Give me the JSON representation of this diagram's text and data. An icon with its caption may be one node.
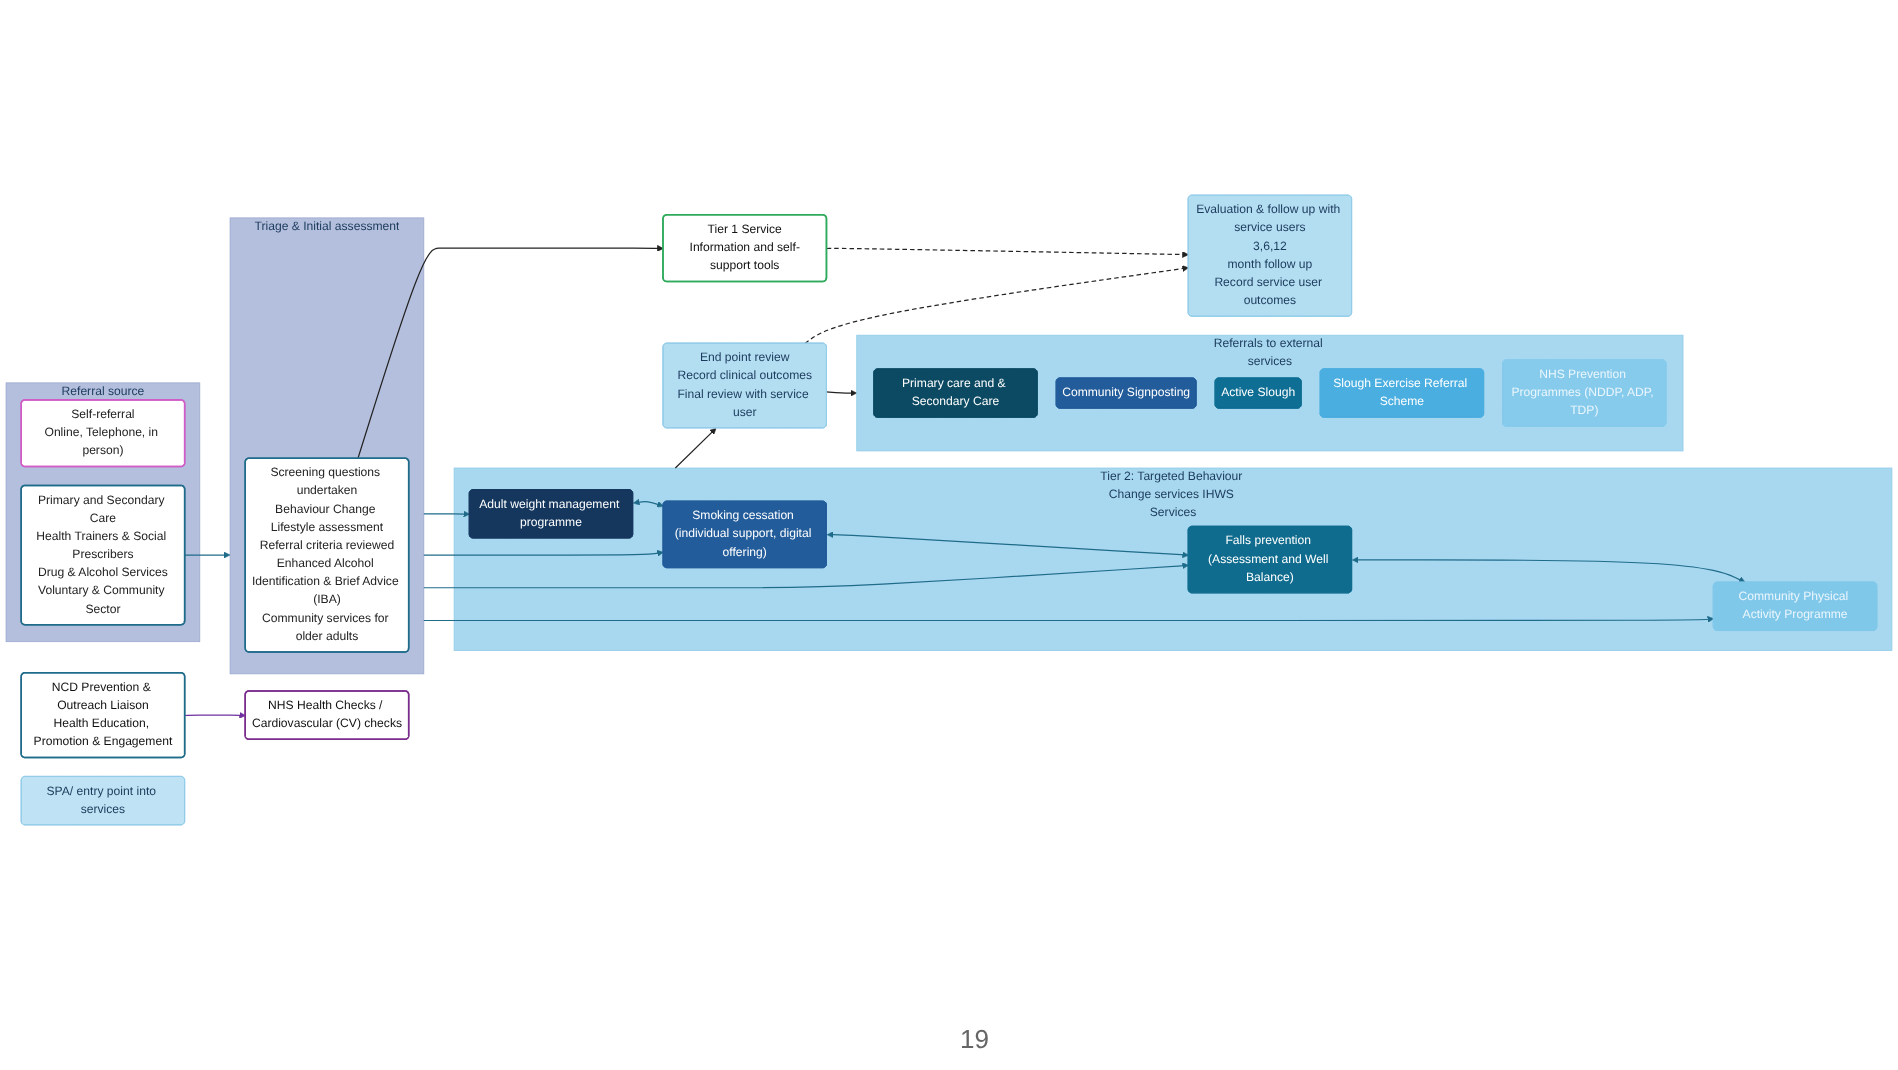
{
  "diagram": {
    "nodes": [
      {
        "text": [
          "NCD Prevention & Outreach Liaison",
          "Health Education, Promotion & Engagement"
        ]
      },
      {
        "text": [
          "SPA/ entry point into services"
        ]
      },
      {
        "text": [
          "Referral source"
        ]
      },
      {
        "text": [
          "Self-referral",
          "Online, Telephone, in person)"
        ],
        "in": 2
      },
      {
        "text": [
          "Primary and Secondary Care",
          "Health Trainers & Social Prescribers",
          "Drug & Alcohol Services",
          "Voluntary & Community Sector"
        ],
        "in": 2
      },
      {
        "text": [
          "Triage & Initial assessment"
        ]
      },
      {
        "text": [
          "Screening questions undertaken",
          "Behaviour Change Lifestyle assessment",
          "Referral criteria reviewed",
          "Enhanced Alcohol Identification & Brief Advice (IBA)",
          "Community services for older adults"
        ],
        "in": 5
      },
      {
        "text": [
          "Tier 2: Targeted Behaviour Change services IHWS Services"
        ]
      },
      {
        "text": [
          "Adult weight management programme"
        ],
        "in": 7
      },
      {
        "text": [
          "Smoking cessation (individual support, digital offering)"
        ],
        "in": 7
      },
      {
        "text": [
          "Falls prevention (Assessment and Well Balance)"
        ],
        "in": 7
      },
      {
        "text": [
          "Community Physical Activity Programme"
        ],
        "in": 7
      },
      {
        "text": [
          "End point review",
          "Record clinical outcomes",
          "Final review with service user"
        ]
      },
      {
        "text": [
          "Referrals to external services"
        ]
      },
      {
        "text": [
          "Primary care and & Secondary Care"
        ],
        "in": 13
      },
      {
        "text": [
          "Community Signposting"
        ],
        "in": 13
      },
      {
        "text": [
          "Active Slough"
        ],
        "in": 13
      },
      {
        "text": [
          "Slough Exercise Referral Scheme"
        ],
        "in": 13
      },
      {
        "text": [
          "NHS Prevention Programmes (NDDP, ADP, TDP)"
        ],
        "in": 13
      },
      {
        "text": [
          "Evaluation & follow up with service users",
          "3,6,12",
          "month follow up",
          "Record service user outcomes"
        ]
      },
      {
        "text": [
          "NHS Health Checks / Cardiovascular (CV) checks"
        ]
      },
      {
        "text": [
          "Tier 1 Service",
          "Information and self-support tools"
        ]
      }
    ],
    "edges": [
      {
        "from": 0,
        "to": 20,
        "arrow": "to",
        "color": "#7030a0"
      },
      {
        "from": 4,
        "to": 5,
        "arrow": "to"
      },
      {
        "from": 5,
        "to": 8,
        "arrow": "to"
      },
      {
        "from": 5,
        "to": 9,
        "arrow": "to"
      },
      {
        "from": 5,
        "to": 10,
        "arrow": "to"
      },
      {
        "from": 5,
        "to": 11,
        "arrow": "to"
      },
      {
        "from": 8,
        "to": 9,
        "arrow": "both"
      },
      {
        "from": 9,
        "to": 10,
        "arrow": "both"
      },
      {
        "from": 10,
        "to": 11,
        "arrow": "both"
      },
      {
        "from": 6,
        "to": 21,
        "arrow": "to",
        "color": "#222222"
      },
      {
        "from": 7,
        "to": 12,
        "arrow": "to",
        "color": "#222222"
      },
      {
        "from": 12,
        "to": 13,
        "arrow": "to",
        "color": "#222222"
      },
      {
        "from": 12,
        "to": 19,
        "arrow": "to",
        "style": "dashed",
        "color": "#222222"
      },
      {
        "from": 21,
        "to": 19,
        "arrow": "to",
        "style": "dashed",
        "color": "#222222"
      }
    ],
    "labels": [
      "19"
    ]
  }
}
